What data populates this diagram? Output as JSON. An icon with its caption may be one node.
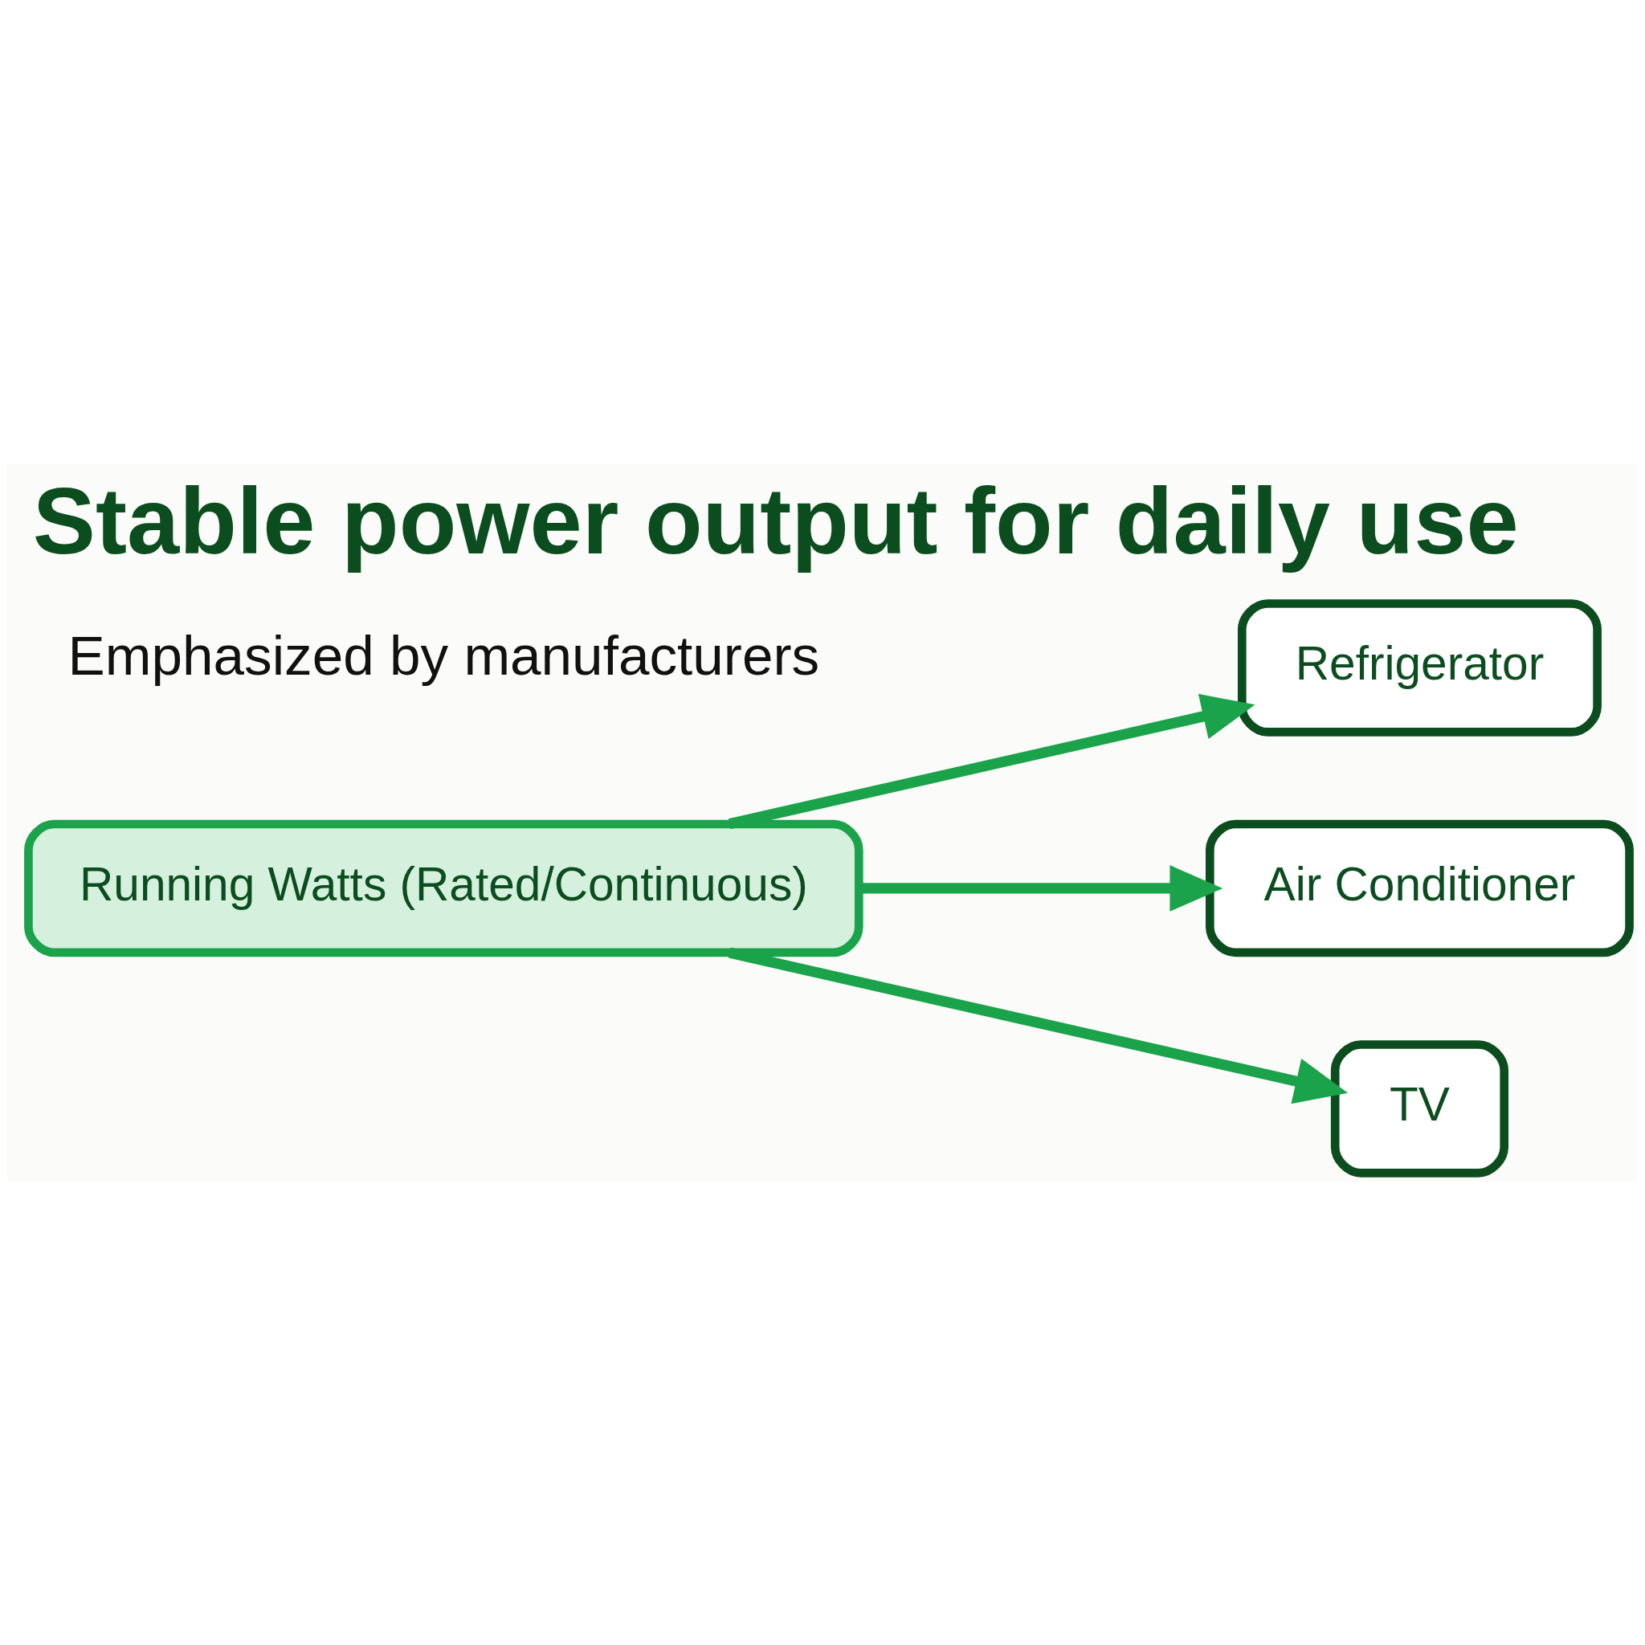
{
  "diagram": {
    "title": "Stable power output for daily use",
    "nodes": [
      {
        "text": [
          "Running Watts (Rated/Continuous)"
        ]
      },
      {
        "text": [
          "Refrigerator"
        ]
      },
      {
        "text": [
          "Air Conditioner"
        ]
      },
      {
        "text": [
          "TV"
        ]
      }
    ],
    "edges": [
      {
        "from": 0,
        "to": 1,
        "arrow": "to"
      },
      {
        "from": 0,
        "to": 2,
        "arrow": "to"
      },
      {
        "from": 0,
        "to": 3,
        "arrow": "to"
      }
    ],
    "labels": [
      "Emphasized by manufacturers"
    ]
  }
}
